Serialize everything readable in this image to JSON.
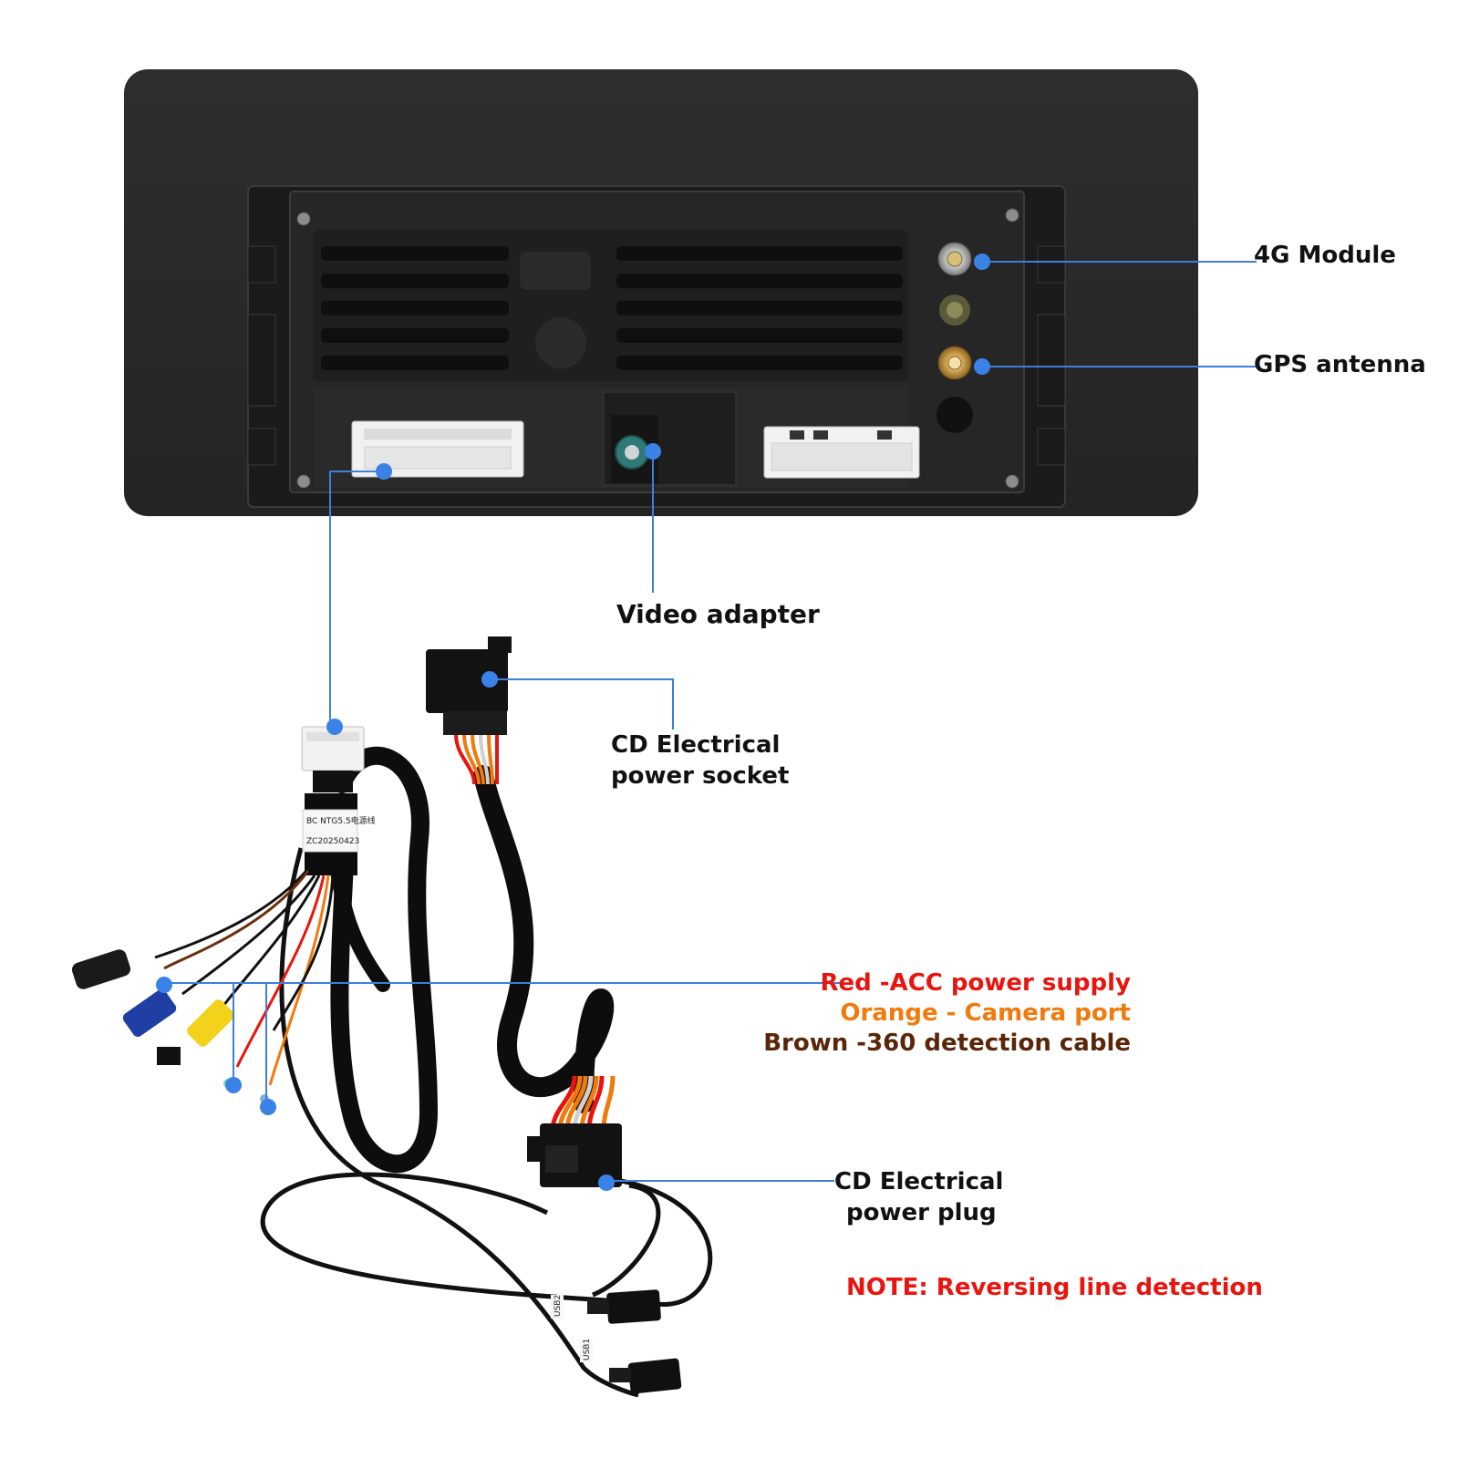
{
  "colors": {
    "callout_line": "#3d7fd9",
    "callout_dot": "#3b82e6",
    "label_text": "#111111",
    "red_acc": "#e8150f",
    "orange_camera": "#f07a0c",
    "brown_detection": "#5a2508",
    "note": "#e8150f",
    "unit_body": "#2a2a2a"
  },
  "icons": [
    "sma-antenna-connector-icon",
    "fakra-video-connector-icon",
    "rca-jack-icon",
    "usb-port-icon",
    "dc-barrel-jack-icon"
  ],
  "callouts": {
    "module_4g": "4G Module",
    "gps_antenna": "GPS antenna",
    "video_adapter": "Video adapter",
    "cd_socket_line1": "CD Electrical",
    "cd_socket_line2": "power socket",
    "red_acc": "Red -ACC power supply",
    "orange_camera": "Orange - Camera port",
    "brown_detection": "Brown -360 detection cable",
    "cd_plug_line1": "CD Electrical",
    "cd_plug_line2": "power plug",
    "note": "NOTE: Reversing line detection"
  },
  "cable_labels": {
    "harness_tag_line1": "BC NTG5.5电源线",
    "harness_tag_line2": "ZC20250423",
    "usb1": "USB1",
    "usb2": "USB2"
  }
}
